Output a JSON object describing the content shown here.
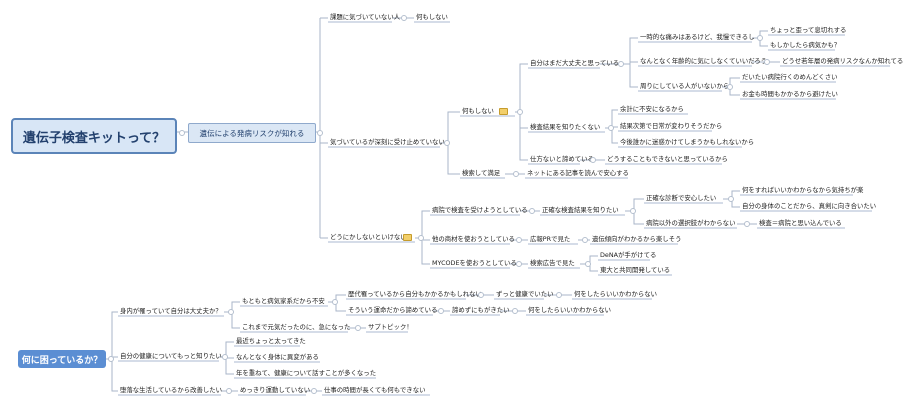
{
  "map1": {
    "root": "遺伝子検査キットって？",
    "branch": "遺伝による発病リスクが知れる",
    "a": {
      "label": "課題に気づいていない人",
      "child": "何もしない"
    },
    "b": {
      "label": "気づいているが深刻に受け止めていない",
      "nothing": {
        "label": "何もしない",
        "self": {
          "label": "自分はまだ大丈夫と思っている",
          "temp": {
            "label": "一時的な痛みはあるけど、我慢できるし",
            "c1": "ちょっと歪って息切れする",
            "c2": "もしかしたら病気かも？"
          },
          "age": {
            "label": "なんとなく年齢的に気にしなくていいだろう",
            "c1": "どうせ若年層の発病リスクなんか知れてる"
          },
          "around": {
            "label": "周りにしている人がいないから",
            "c1": "だいたい病院行くのめんどくさい",
            "c2": "お金も時間もかかるから避けたい"
          }
        },
        "noknow": {
          "label": "検査結果を知りたくない",
          "c1": "余計に不安になるから",
          "c2": "結果次第で日常が変わりそうだから",
          "c3": "今後誰かに迷惑かけてしまうかもしれないから"
        },
        "research": {
          "label": "仕方ないと諦めている",
          "c1": "どうすることもできないと思っているから"
        }
      },
      "searched": {
        "label": "検索して満足",
        "c1": "ネットにある記事を読んで安心する"
      }
    },
    "c": {
      "label": "どうにかしないといけない",
      "hospital": {
        "label": "病院で検査を受けようとしている",
        "want": {
          "label": "正確な検査結果を知りたい",
          "exact": {
            "label": "正確な診断で安心したい",
            "c1": "何をすればいいかわからなから気持ちが楽",
            "c2": "自分の身体のことだから、真剣に向き合いたい"
          },
          "other": {
            "label": "病院以外の選択肢がわからない",
            "c1": "検査＝病院と思い込んでいる"
          }
        }
      },
      "other_kit": {
        "label": "他の商材を使おうとしている",
        "ad": "広報PRで見た",
        "ad_c1": "遺伝傾向がわかるから楽しそう"
      },
      "mycode": {
        "label": "MYCODEを使おうとしている",
        "searchad": "検索広告で見た",
        "c1": "DeNAが手がけてる",
        "c2": "東大と共同開発している"
      }
    }
  },
  "map2": {
    "root": "何に困っているか？",
    "family": {
      "label": "身内が罹っていて自分は大丈夫か？",
      "fam": {
        "label": "もともと病気家系だから不安",
        "r1": "歴代罹っているから自分もかかるかもしれない",
        "r1a": "ずっと健康でいたい",
        "r1b": "何をしたらいいかわからない",
        "r2": "そういう運命だから諦めている",
        "r2a": "諦めずにもがきたい",
        "r2b": "何をしたらいいかわからない"
      },
      "healthy": {
        "label": "これまで元気だったのに、急になった",
        "c1": "サプトピック！"
      }
    },
    "self": {
      "label": "自分の健康についてもっと知りたい",
      "c1": "最近ちょっと太ってきた",
      "c2": "なんとなく身体に異変がある",
      "c3": "年を重ねて、健康について話すことが多くなった"
    },
    "lazy": {
      "label": "堕落な生活しているから改善したい",
      "c1": "めっきり運動していない",
      "c1a": "仕事の時間が長くても何もできない"
    }
  }
}
